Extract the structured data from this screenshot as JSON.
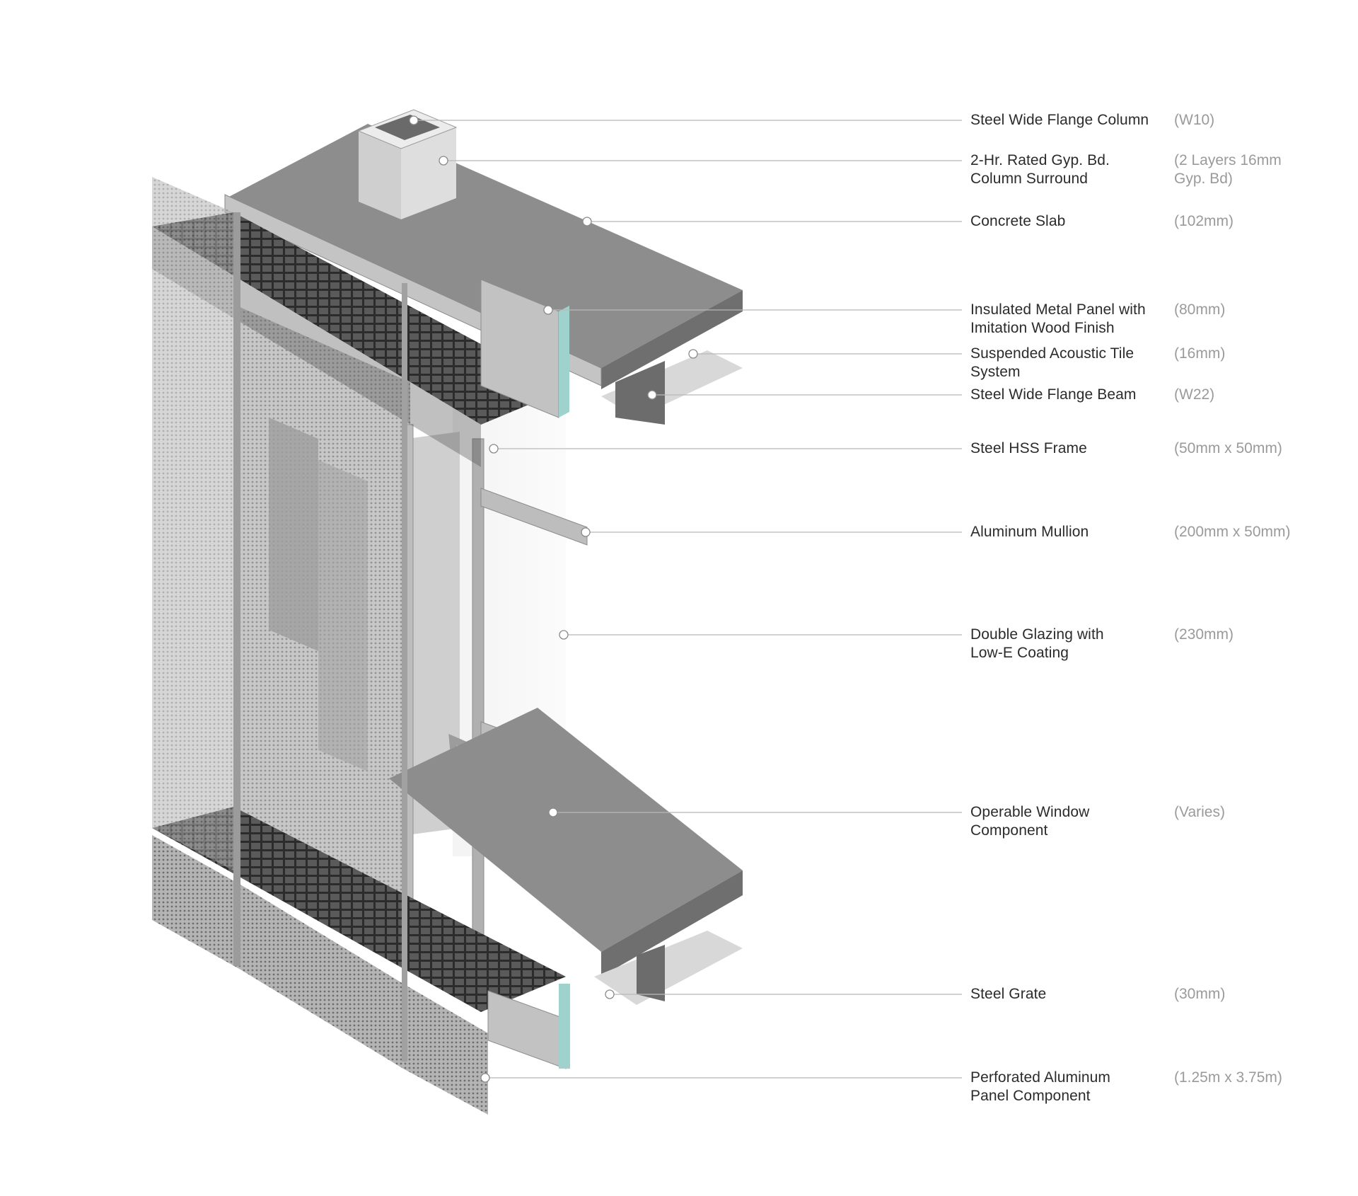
{
  "callouts": [
    {
      "name": "Steel Wide Flange Column",
      "spec": "(W10)"
    },
    {
      "name": "2-Hr. Rated Gyp. Bd.\nColumn Surround",
      "spec": "(2 Layers 16mm\nGyp. Bd)"
    },
    {
      "name": "Concrete Slab",
      "spec": "(102mm)"
    },
    {
      "name": "Insulated Metal Panel with\nImitation Wood Finish",
      "spec": "(80mm)"
    },
    {
      "name": "Suspended Acoustic Tile\nSystem",
      "spec": "(16mm)"
    },
    {
      "name": "Steel Wide Flange Beam",
      "spec": "(W22)"
    },
    {
      "name": "Steel HSS Frame",
      "spec": "(50mm x 50mm)"
    },
    {
      "name": "Aluminum Mullion",
      "spec": "(200mm x 50mm)"
    },
    {
      "name": "Double Glazing with\nLow-E Coating",
      "spec": "(230mm)"
    },
    {
      "name": "Operable Window\nComponent",
      "spec": "(Varies)"
    },
    {
      "name": "Steel Grate",
      "spec": "(30mm)"
    },
    {
      "name": "Perforated Aluminum\nPanel Component",
      "spec": "(1.25m x 3.75m)"
    }
  ],
  "colors": {
    "slab": "#8d8d8d",
    "slab_side": "#6f6f6f",
    "metal": "#b5b5b5",
    "grate": "#3f3f3f",
    "mesh": "#8a8a8a",
    "insulation": "#9fd2cc",
    "leader": "#b8b8b8"
  }
}
